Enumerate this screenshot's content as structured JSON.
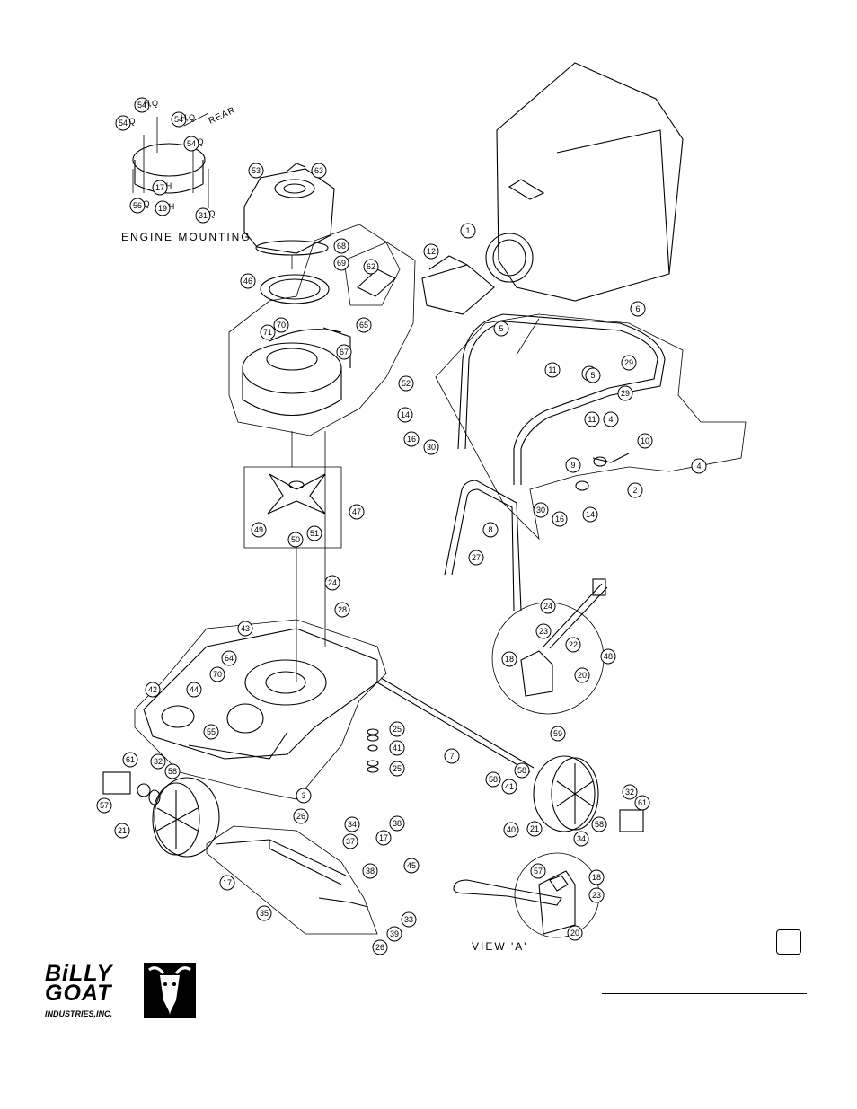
{
  "captions": {
    "engine_mounting": "ENGINE MOUNTING",
    "rear": "REAR",
    "view_a": "VIEW 'A'"
  },
  "engine_mounting_callouts": [
    {
      "n": "54",
      "sup": "H,Q"
    },
    {
      "n": "54",
      "sup": "Q"
    },
    {
      "n": "54",
      "sup": "H,Q"
    },
    {
      "n": "54",
      "sup": "Q"
    },
    {
      "n": "17",
      "sup": "H"
    },
    {
      "n": "56",
      "sup": "Q"
    },
    {
      "n": "19",
      "sup": "H"
    },
    {
      "n": "31",
      "sup": "Q"
    }
  ],
  "callouts": [
    "53",
    "63",
    "68",
    "69",
    "62",
    "65",
    "46",
    "70",
    "71",
    "67",
    "52",
    "12",
    "1",
    "6",
    "5",
    "29",
    "11",
    "4",
    "5",
    "29",
    "11",
    "4",
    "14",
    "16",
    "30",
    "10",
    "4",
    "9",
    "2",
    "47",
    "49",
    "50",
    "51",
    "30",
    "16",
    "14",
    "8",
    "27",
    "24",
    "28",
    "43",
    "64",
    "70",
    "42",
    "44",
    "55",
    "24",
    "23",
    "22",
    "48",
    "18",
    "20",
    "25",
    "41",
    "25",
    "59",
    "7",
    "58",
    "41",
    "58",
    "61",
    "32",
    "58",
    "57",
    "3",
    "26",
    "21",
    "34",
    "38",
    "37",
    "17",
    "45",
    "38",
    "17",
    "35",
    "33",
    "39",
    "26",
    "40",
    "21",
    "34",
    "58",
    "32",
    "61",
    "57",
    "18",
    "23",
    "20",
    "22"
  ],
  "logo": {
    "line1": "BiLLY",
    "line2": "GOAT",
    "line3": "INDUSTRIES,INC."
  },
  "colors": {
    "ink": "#000000",
    "paper": "#ffffff"
  }
}
